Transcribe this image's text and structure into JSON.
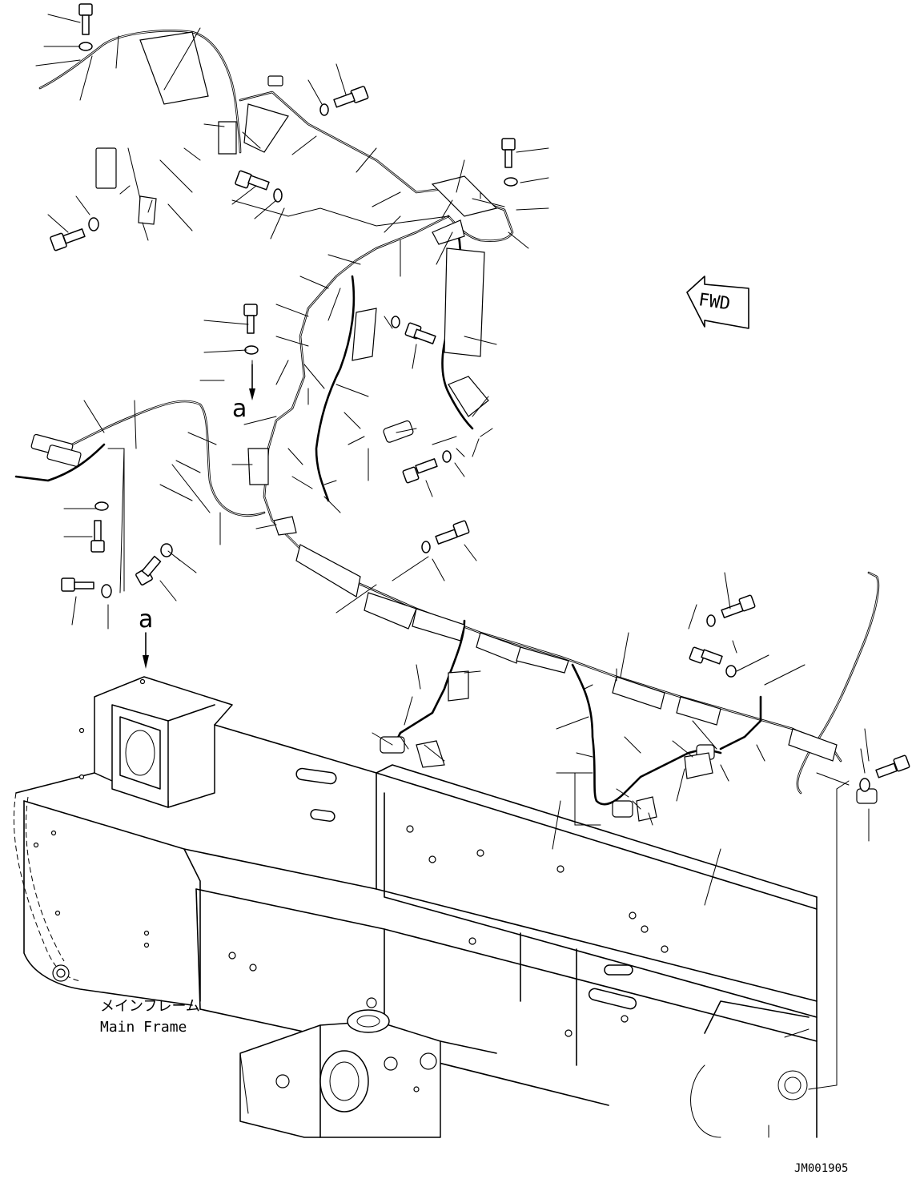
{
  "labels": {
    "fwd": "FWD",
    "view_marker_a": "a",
    "main_frame_jp": "メインフレーム",
    "main_frame_en": "Main Frame",
    "drawing_number": "JM001905"
  }
}
